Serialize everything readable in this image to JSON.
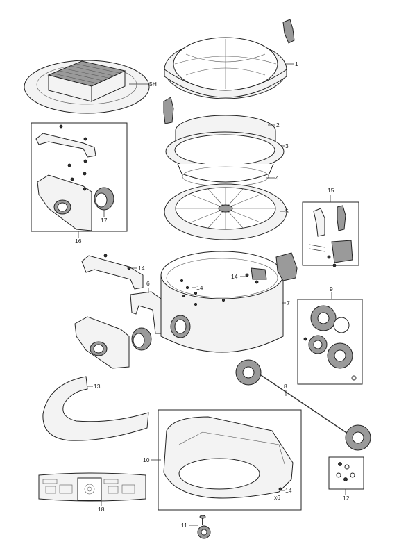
{
  "callouts": {
    "c1": "1",
    "c2": "2",
    "c3": "3",
    "c4": "4",
    "c5": "5",
    "c5h": "5H",
    "c6": "6",
    "c7": "7",
    "c8": "8",
    "c9": "9",
    "c10": "10",
    "c11": "11",
    "c12": "12",
    "c13": "13",
    "c14a": "14",
    "c14b": "14",
    "c14c": "14",
    "c14d": "14",
    "c15": "15",
    "c16": "16",
    "c17": "17",
    "c18": "18",
    "qty_x6": "x6"
  }
}
